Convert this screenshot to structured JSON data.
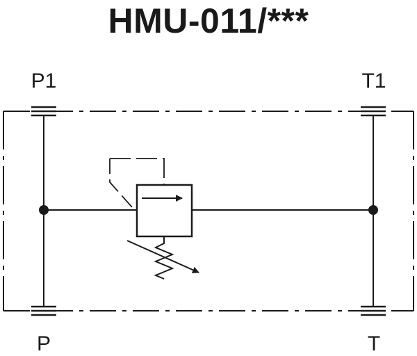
{
  "title": "HMU-011/***",
  "ports": {
    "p1": "P1",
    "t1": "T1",
    "p": "P",
    "t": "T"
  }
}
